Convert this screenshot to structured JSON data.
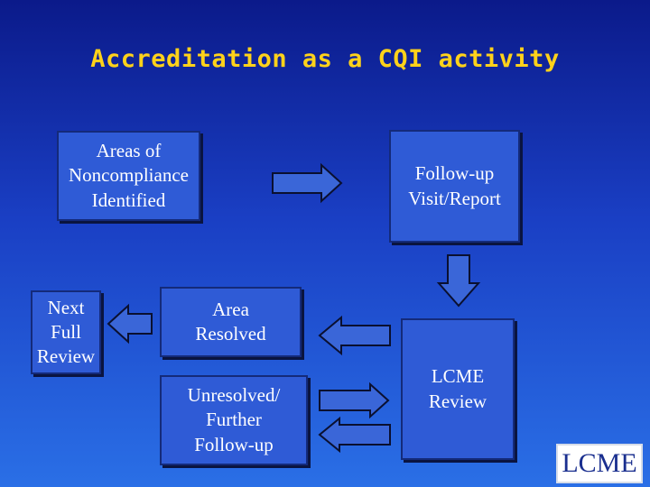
{
  "title": "Accreditation as a CQI activity",
  "boxes": {
    "areas": "Areas of\nNoncompliance\nIdentified",
    "followup": "Follow-up\nVisit/Report",
    "lcme_review": "LCME\nReview",
    "resolved": "Area\nResolved",
    "unresolved": "Unresolved/\nFurther\nFollow-up",
    "next_review": "Next\nFull\nReview"
  },
  "logo": "LCME",
  "colors": {
    "title": "#ffd21a",
    "box": "#2f5bd6",
    "background": "#1a3fc4"
  }
}
